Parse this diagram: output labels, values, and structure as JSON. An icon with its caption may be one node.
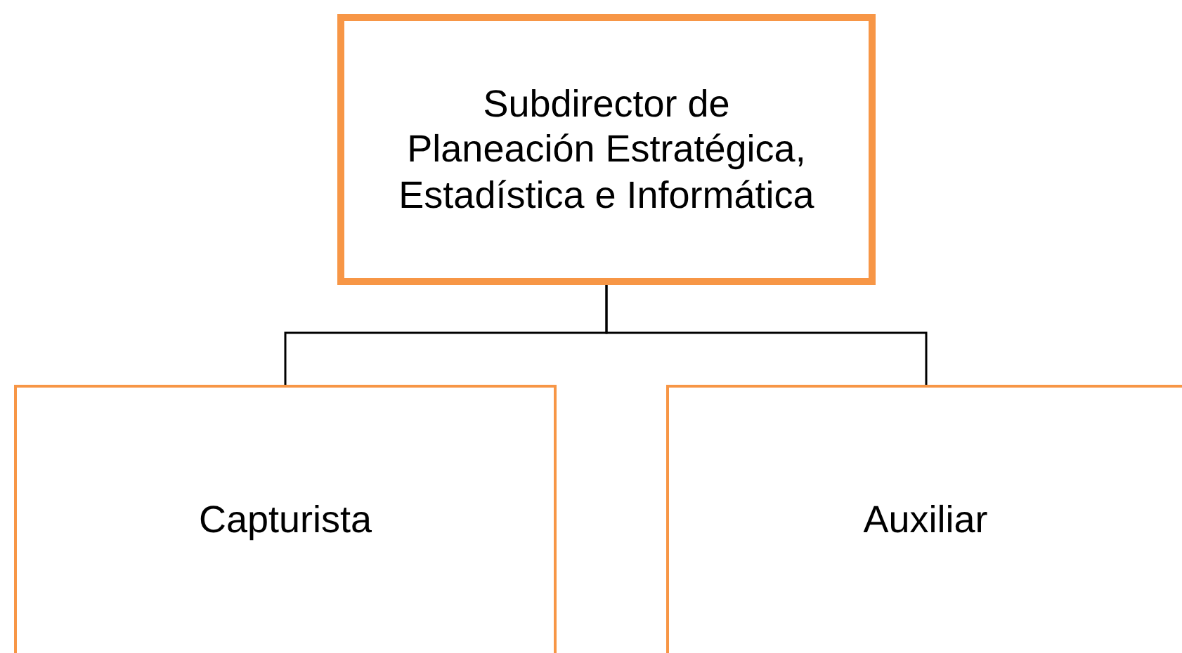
{
  "diagram": {
    "nodes": [
      {
        "text": [
          "Subdirector de Planeación Estratégica, Estadística e Informática"
        ]
      },
      {
        "text": [
          "Capturista"
        ]
      },
      {
        "text": [
          "Auxiliar"
        ]
      }
    ],
    "edges": [
      {
        "from": 0,
        "to": 1,
        "arrow": "none"
      },
      {
        "from": 0,
        "to": 2,
        "arrow": "none"
      }
    ]
  }
}
